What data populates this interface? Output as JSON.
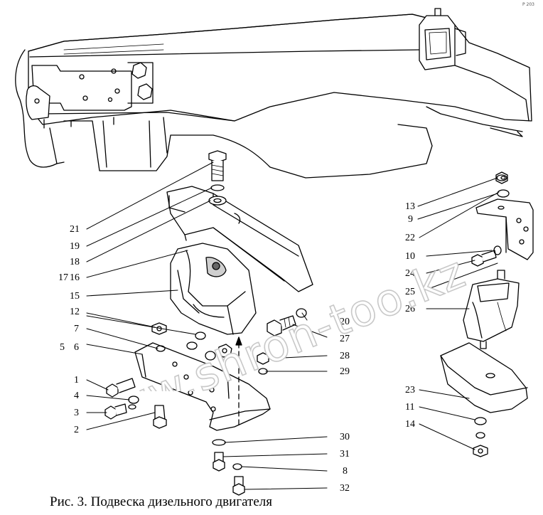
{
  "caption": "Рис. 3. Подвеска дизельного двигателя",
  "watermark": "www.shron-too.kz",
  "corner_mark": "P 203",
  "callouts": [
    "21",
    "19",
    "18",
    "17",
    "16",
    "15",
    "12",
    "7",
    "5",
    "6",
    "1",
    "4",
    "3",
    "2",
    "13",
    "9",
    "22",
    "10",
    "24",
    "25",
    "26",
    "20",
    "27",
    "28",
    "29",
    "30",
    "31",
    "8",
    "32",
    "23",
    "11",
    "14"
  ],
  "colors": {
    "line": "#000000",
    "watermark": "#d9d9d9",
    "background": "#ffffff"
  }
}
